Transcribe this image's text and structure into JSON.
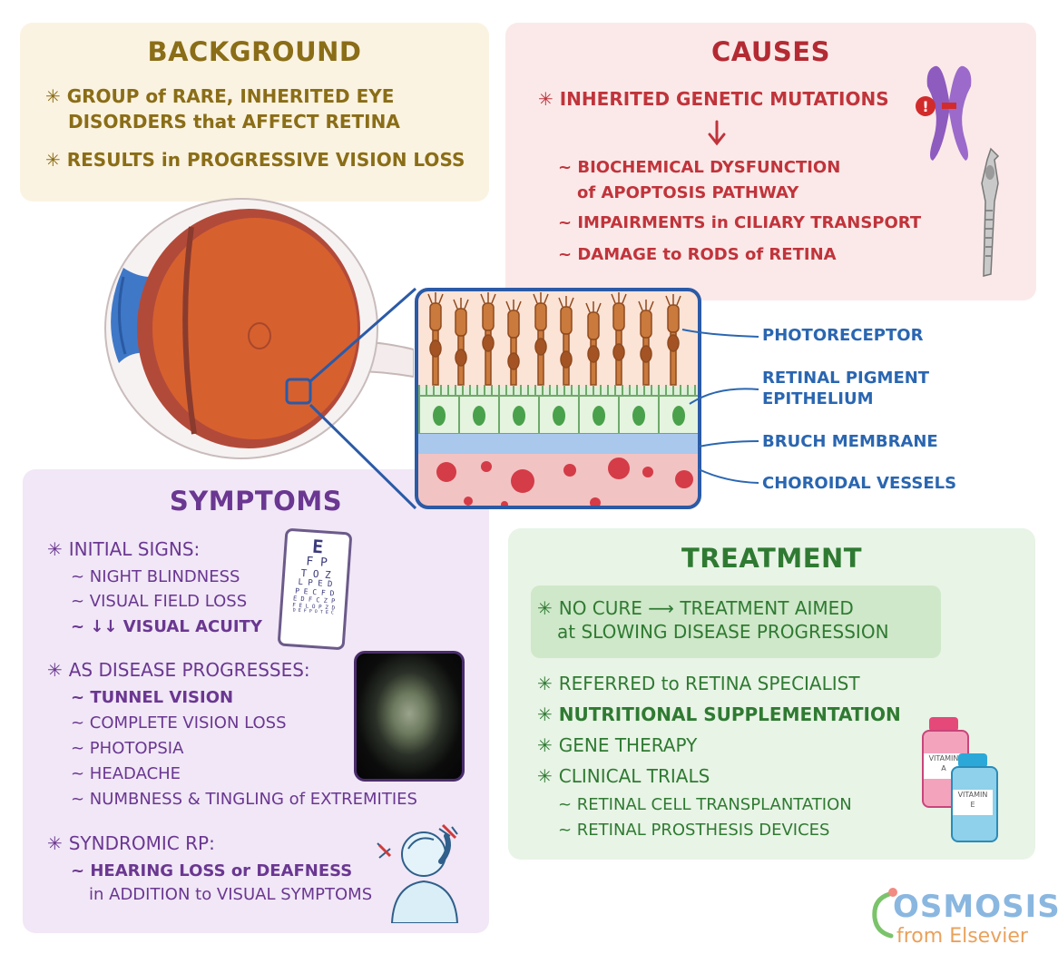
{
  "background": {
    "title": "BACKGROUND",
    "items": [
      "GROUP of RARE, INHERITED EYE",
      "DISORDERS that AFFECT RETINA",
      "RESULTS in PROGRESSIVE VISION LOSS"
    ]
  },
  "causes": {
    "title": "CAUSES",
    "main": "INHERITED GENETIC MUTATIONS",
    "subs": [
      "~ BIOCHEMICAL DYSFUNCTION",
      "of APOPTOSIS PATHWAY",
      "~ IMPAIRMENTS in CILIARY TRANSPORT",
      "~ DAMAGE to RODS of RETINA"
    ],
    "alert": "!"
  },
  "retina_labels": [
    "PHOTORECEPTOR",
    "RETINAL PIGMENT",
    "EPITHELIUM",
    "BRUCH MEMBRANE",
    "CHOROIDAL VESSELS"
  ],
  "symptoms": {
    "title": "SYMPTOMS",
    "initial": {
      "heading": "INITIAL SIGNS:",
      "items": [
        "~ NIGHT BLINDNESS",
        "~ VISUAL FIELD LOSS",
        "~ ↓↓ VISUAL ACUITY"
      ]
    },
    "progress": {
      "heading": "AS DISEASE PROGRESSES:",
      "items": [
        "~ TUNNEL VISION",
        "~ COMPLETE VISION LOSS",
        "~ PHOTOPSIA",
        "~ HEADACHE",
        "~ NUMBNESS & TINGLING of EXTREMITIES"
      ]
    },
    "syndromic": {
      "heading": "SYNDROMIC RP:",
      "items": [
        "~ HEARING LOSS or DEAFNESS",
        "in ADDITION to VISUAL SYMPTOMS"
      ]
    },
    "eye_chart": [
      "E",
      "F P",
      "T O Z",
      "L P E D",
      "P E C F D",
      "E D F C Z P",
      "F E L O P Z D",
      "D E F P O T E C"
    ]
  },
  "treatment": {
    "title": "TREATMENT",
    "aim": [
      "NO CURE ⟶ TREATMENT AIMED",
      "at SLOWING DISEASE PROGRESSION"
    ],
    "items": [
      "REFERRED to RETINA SPECIALIST",
      "NUTRITIONAL SUPPLEMENTATION",
      "GENE THERAPY",
      "CLINICAL TRIALS"
    ],
    "subs": [
      "~ RETINAL CELL TRANSPLANTATION",
      "~ RETINAL PROSTHESIS DEVICES"
    ],
    "bottle_a": [
      "VITAMIN",
      "A"
    ],
    "bottle_e": [
      "VITAMIN",
      "E"
    ]
  },
  "logo": {
    "brand": "OSMOSIS",
    "sub": "from Elsevier"
  },
  "colors": {
    "gold": "#8a6d17",
    "red": "#c0343b",
    "purple": "#6a3791",
    "green": "#2f7a32",
    "blue": "#2a66b1"
  }
}
